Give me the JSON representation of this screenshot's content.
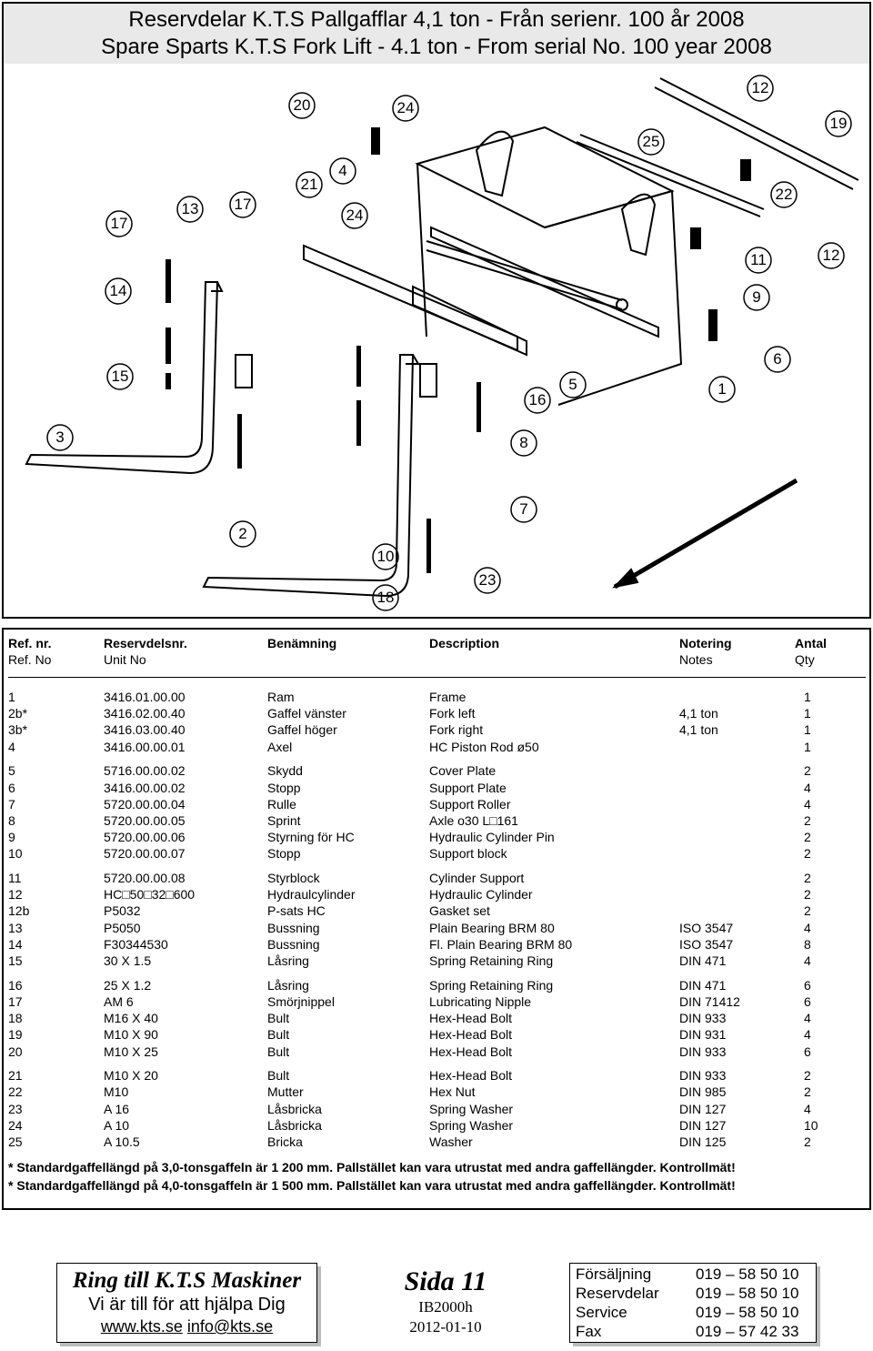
{
  "header": {
    "title_line1": "Reservdelar K.T.S Pallgafflar 4,1 ton - Från serienr. 100 år 2008",
    "title_line2": "Spare Sparts K.T.S Fork Lift - 4.1 ton - From serial No. 100 year 2008"
  },
  "diagram": {
    "callouts": [
      "20",
      "24",
      "12",
      "19",
      "25",
      "4",
      "21",
      "22",
      "17",
      "13",
      "17",
      "24",
      "11",
      "12",
      "14",
      "9",
      "6",
      "15",
      "5",
      "16",
      "1",
      "3",
      "8",
      "7",
      "2",
      "10",
      "23",
      "18"
    ]
  },
  "table": {
    "headers_row1": [
      "Ref. nr.",
      "Reservdelsnr.",
      "Benämning",
      "Description",
      "Notering",
      "Antal"
    ],
    "headers_row2": [
      "Ref. No",
      "Unit No",
      "",
      "",
      "Notes",
      "Qty"
    ],
    "groups": [
      [
        [
          "1",
          "3416.01.00.00",
          "Ram",
          "Frame",
          "",
          "1"
        ],
        [
          "2b*",
          "3416.02.00.40",
          "Gaffel vänster",
          "Fork left",
          "4,1 ton",
          "1"
        ],
        [
          "3b*",
          "3416.03.00.40",
          "Gaffel höger",
          "Fork right",
          "4,1 ton",
          "1"
        ],
        [
          "4",
          "3416.00.00.01",
          "Axel",
          "HC Piston Rod ø50",
          "",
          "1"
        ]
      ],
      [
        [
          "5",
          "5716.00.00.02",
          "Skydd",
          "Cover Plate",
          "",
          "2"
        ],
        [
          "6",
          "3416.00.00.02",
          "Stopp",
          "Support Plate",
          "",
          "4"
        ],
        [
          "7",
          "5720.00.00.04",
          "Rulle",
          "Support Roller",
          "",
          "4"
        ],
        [
          "8",
          "5720.00.00.05",
          "Sprint",
          "Axle o30 L□161",
          "",
          "2"
        ],
        [
          "9",
          "5720.00.00.06",
          "Styrning för HC",
          "Hydraulic Cylinder Pin",
          "",
          "2"
        ],
        [
          "10",
          "5720.00.00.07",
          "Stopp",
          "Support block",
          "",
          "2"
        ]
      ],
      [
        [
          "11",
          "5720.00.00.08",
          "Styrblock",
          "Cylinder Support",
          "",
          "2"
        ],
        [
          "12",
          "HC□50□32□600",
          "Hydraulcylinder",
          "Hydraulic Cylinder",
          "",
          "2"
        ],
        [
          "12b",
          "P5032",
          "P-sats HC",
          "Gasket set",
          "",
          "2"
        ],
        [
          "13",
          "P5050",
          "Bussning",
          "Plain Bearing BRM 80",
          "ISO 3547",
          "4"
        ],
        [
          "14",
          "F30344530",
          "Bussning",
          "Fl. Plain Bearing BRM 80",
          "ISO 3547",
          "8"
        ],
        [
          "15",
          "30 X 1.5",
          "Låsring",
          "Spring Retaining Ring",
          "DIN 471",
          "4"
        ]
      ],
      [
        [
          "16",
          "25 X 1.2",
          "Låsring",
          "Spring Retaining Ring",
          "DIN 471",
          "6"
        ],
        [
          "17",
          "AM 6",
          "Smörjnippel",
          "Lubricating Nipple",
          "DIN 71412",
          "6"
        ],
        [
          "18",
          "M16 X 40",
          "Bult",
          "Hex-Head Bolt",
          "DIN 933",
          "4"
        ],
        [
          "19",
          "M10 X 90",
          "Bult",
          "Hex-Head Bolt",
          "DIN 931",
          "4"
        ],
        [
          "20",
          "M10 X 25",
          "Bult",
          "Hex-Head Bolt",
          "DIN 933",
          "6"
        ]
      ],
      [
        [
          "21",
          "M10 X 20",
          "Bult",
          "Hex-Head Bolt",
          "DIN 933",
          "2"
        ],
        [
          "22",
          "M10",
          "Mutter",
          "Hex Nut",
          "DIN 985",
          "2"
        ],
        [
          "23",
          "A 16",
          "Låsbricka",
          "Spring Washer",
          "DIN 127",
          "4"
        ],
        [
          "24",
          "A 10",
          "Låsbricka",
          "Spring Washer",
          "DIN 127",
          "10"
        ],
        [
          "25",
          "A 10.5",
          "Bricka",
          "Washer",
          "DIN 125",
          "2"
        ]
      ]
    ],
    "footnotes": [
      "* Standardgaffellängd på 3,0-tonsgaffeln är 1 200 mm. Pallstället kan vara utrustat med andra gaffellängder. Kontrollmät!",
      "* Standardgaffellängd på 4,0-tonsgaffeln är 1 500 mm. Pallstället kan vara utrustat med andra gaffellängder. Kontrollmät!"
    ]
  },
  "footer": {
    "ring_title": "Ring till K.T.S Maskiner",
    "ring_sub": "Vi är till för att hjälpa Dig",
    "website": "www.kts.se",
    "email": "info@kts.se",
    "page_label": "Sida 11",
    "doc_code": "IB2000h",
    "date": "2012-01-10",
    "contacts": [
      {
        "label": "Försäljning",
        "number": "019 – 58 50 10"
      },
      {
        "label": "Reservdelar",
        "number": "019 – 58 50 10"
      },
      {
        "label": "Service",
        "number": "019 – 58 50 10"
      },
      {
        "label": "Fax",
        "number": "019 – 57 42 33"
      }
    ]
  }
}
